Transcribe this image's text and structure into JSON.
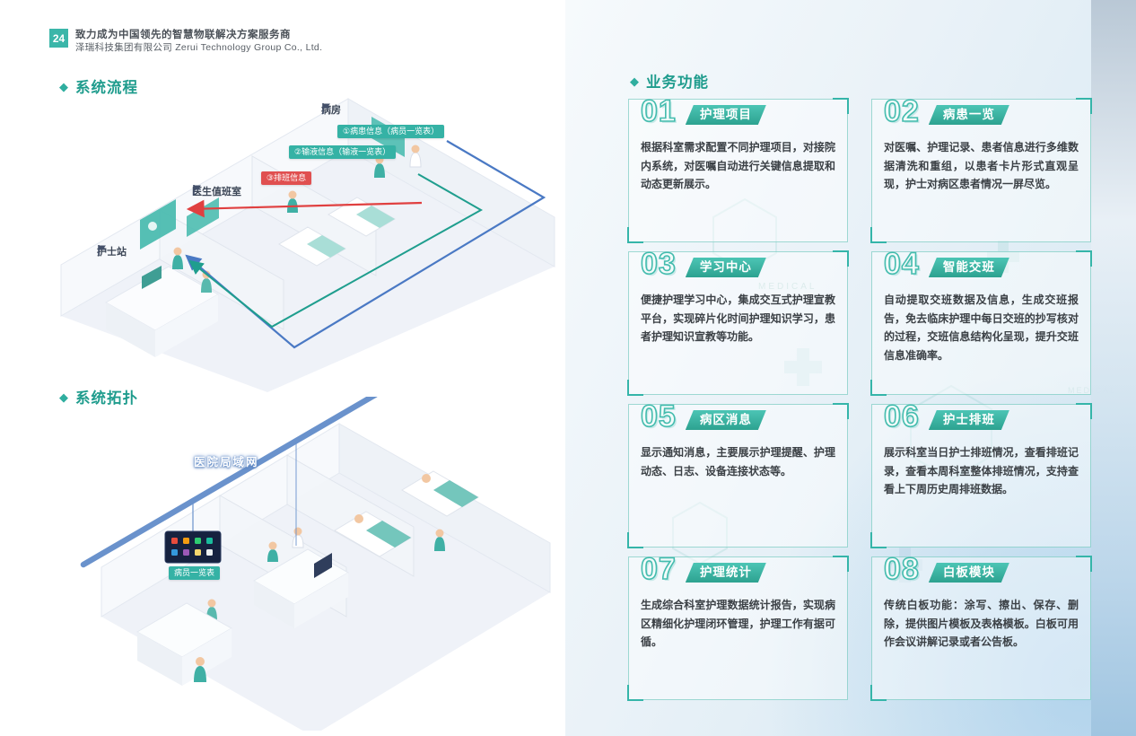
{
  "page": {
    "number": "24",
    "header_line1": "致力成为中国领先的智慧物联解决方案服务商",
    "header_line2": "泽瑞科技集团有限公司  Zerui Technology Group Co., Ltd."
  },
  "icons": {
    "diamond": "◆"
  },
  "colors": {
    "accent": "#35b2a5",
    "route_blue": "#4a79c4",
    "route_teal": "#1f9e8e",
    "route_red": "#e04040",
    "lan_blue": "#6a92cc"
  },
  "left": {
    "section_flow_title": "系统流程",
    "flow": {
      "ward_label": "病房",
      "doctor_office_label": "医生值班室",
      "nurse_station_label": "护士站",
      "routes": [
        {
          "label": "①病患信息（病员一览表）",
          "color": "#35b2a5"
        },
        {
          "label": "②输液信息（输液一览表）",
          "color": "#35b2a5"
        },
        {
          "label": "③排班信息",
          "color": "#e05050"
        }
      ]
    },
    "section_topology_title": "系统拓扑",
    "topology": {
      "lan_label": "医院局域网",
      "screen_label": "病员一览表"
    }
  },
  "right": {
    "section_title": "业务功能",
    "cards": [
      {
        "num": "01",
        "title": "护理项目",
        "body": "根据科室需求配置不同护理项目，对接院内系统，对医嘱自动进行关键信息提取和动态更新展示。"
      },
      {
        "num": "02",
        "title": "病患一览",
        "body": "对医嘱、护理记录、患者信息进行多维数据清洗和重组，以患者卡片形式直观呈现，护士对病区患者情况一屏尽览。"
      },
      {
        "num": "03",
        "title": "学习中心",
        "body": "便捷护理学习中心，集成交互式护理宣教平台，实现碎片化时间护理知识学习，患者护理知识宣教等功能。"
      },
      {
        "num": "04",
        "title": "智能交班",
        "body": "自动提取交班数据及信息，生成交班报告，免去临床护理中每日交班的抄写核对的过程，交班信息结构化呈现，提升交班信息准确率。"
      },
      {
        "num": "05",
        "title": "病区消息",
        "body": "显示通知消息，主要展示护理提醒、护理动态、日志、设备连接状态等。"
      },
      {
        "num": "06",
        "title": "护士排班",
        "body": "展示科室当日护士排班情况，查看排班记录，查看本周科室整体排班情况，支持查看上下周历史周排班数据。"
      },
      {
        "num": "07",
        "title": "护理统计",
        "body": "生成综合科室护理数据统计报告，实现病区精细化护理闭环管理，护理工作有据可循。"
      },
      {
        "num": "08",
        "title": "白板模块",
        "body": "传统白板功能：涂写、擦出、保存、删除，提供图片模板及表格模板。白板可用作会议讲解记录或者公告板。"
      }
    ]
  },
  "background": {
    "word": "MEDICAL"
  }
}
